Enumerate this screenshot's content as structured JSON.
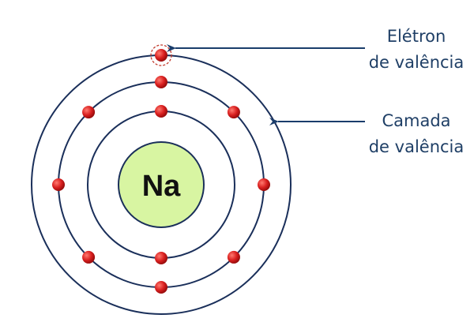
{
  "nucleus": {
    "symbol": "Na",
    "fill": "#d8f5a2"
  },
  "shells": [
    {
      "electrons": 2
    },
    {
      "electrons": 8
    },
    {
      "electrons": 1
    }
  ],
  "labels": {
    "valence_electron": [
      "Elétron",
      "de valência"
    ],
    "valence_shell": [
      "Camada",
      "de valência"
    ]
  },
  "colors": {
    "orbit": "#1a2f5a",
    "electron": "#d91f1f",
    "arrow": "#1a3d6b",
    "text": "#1f3f66"
  }
}
